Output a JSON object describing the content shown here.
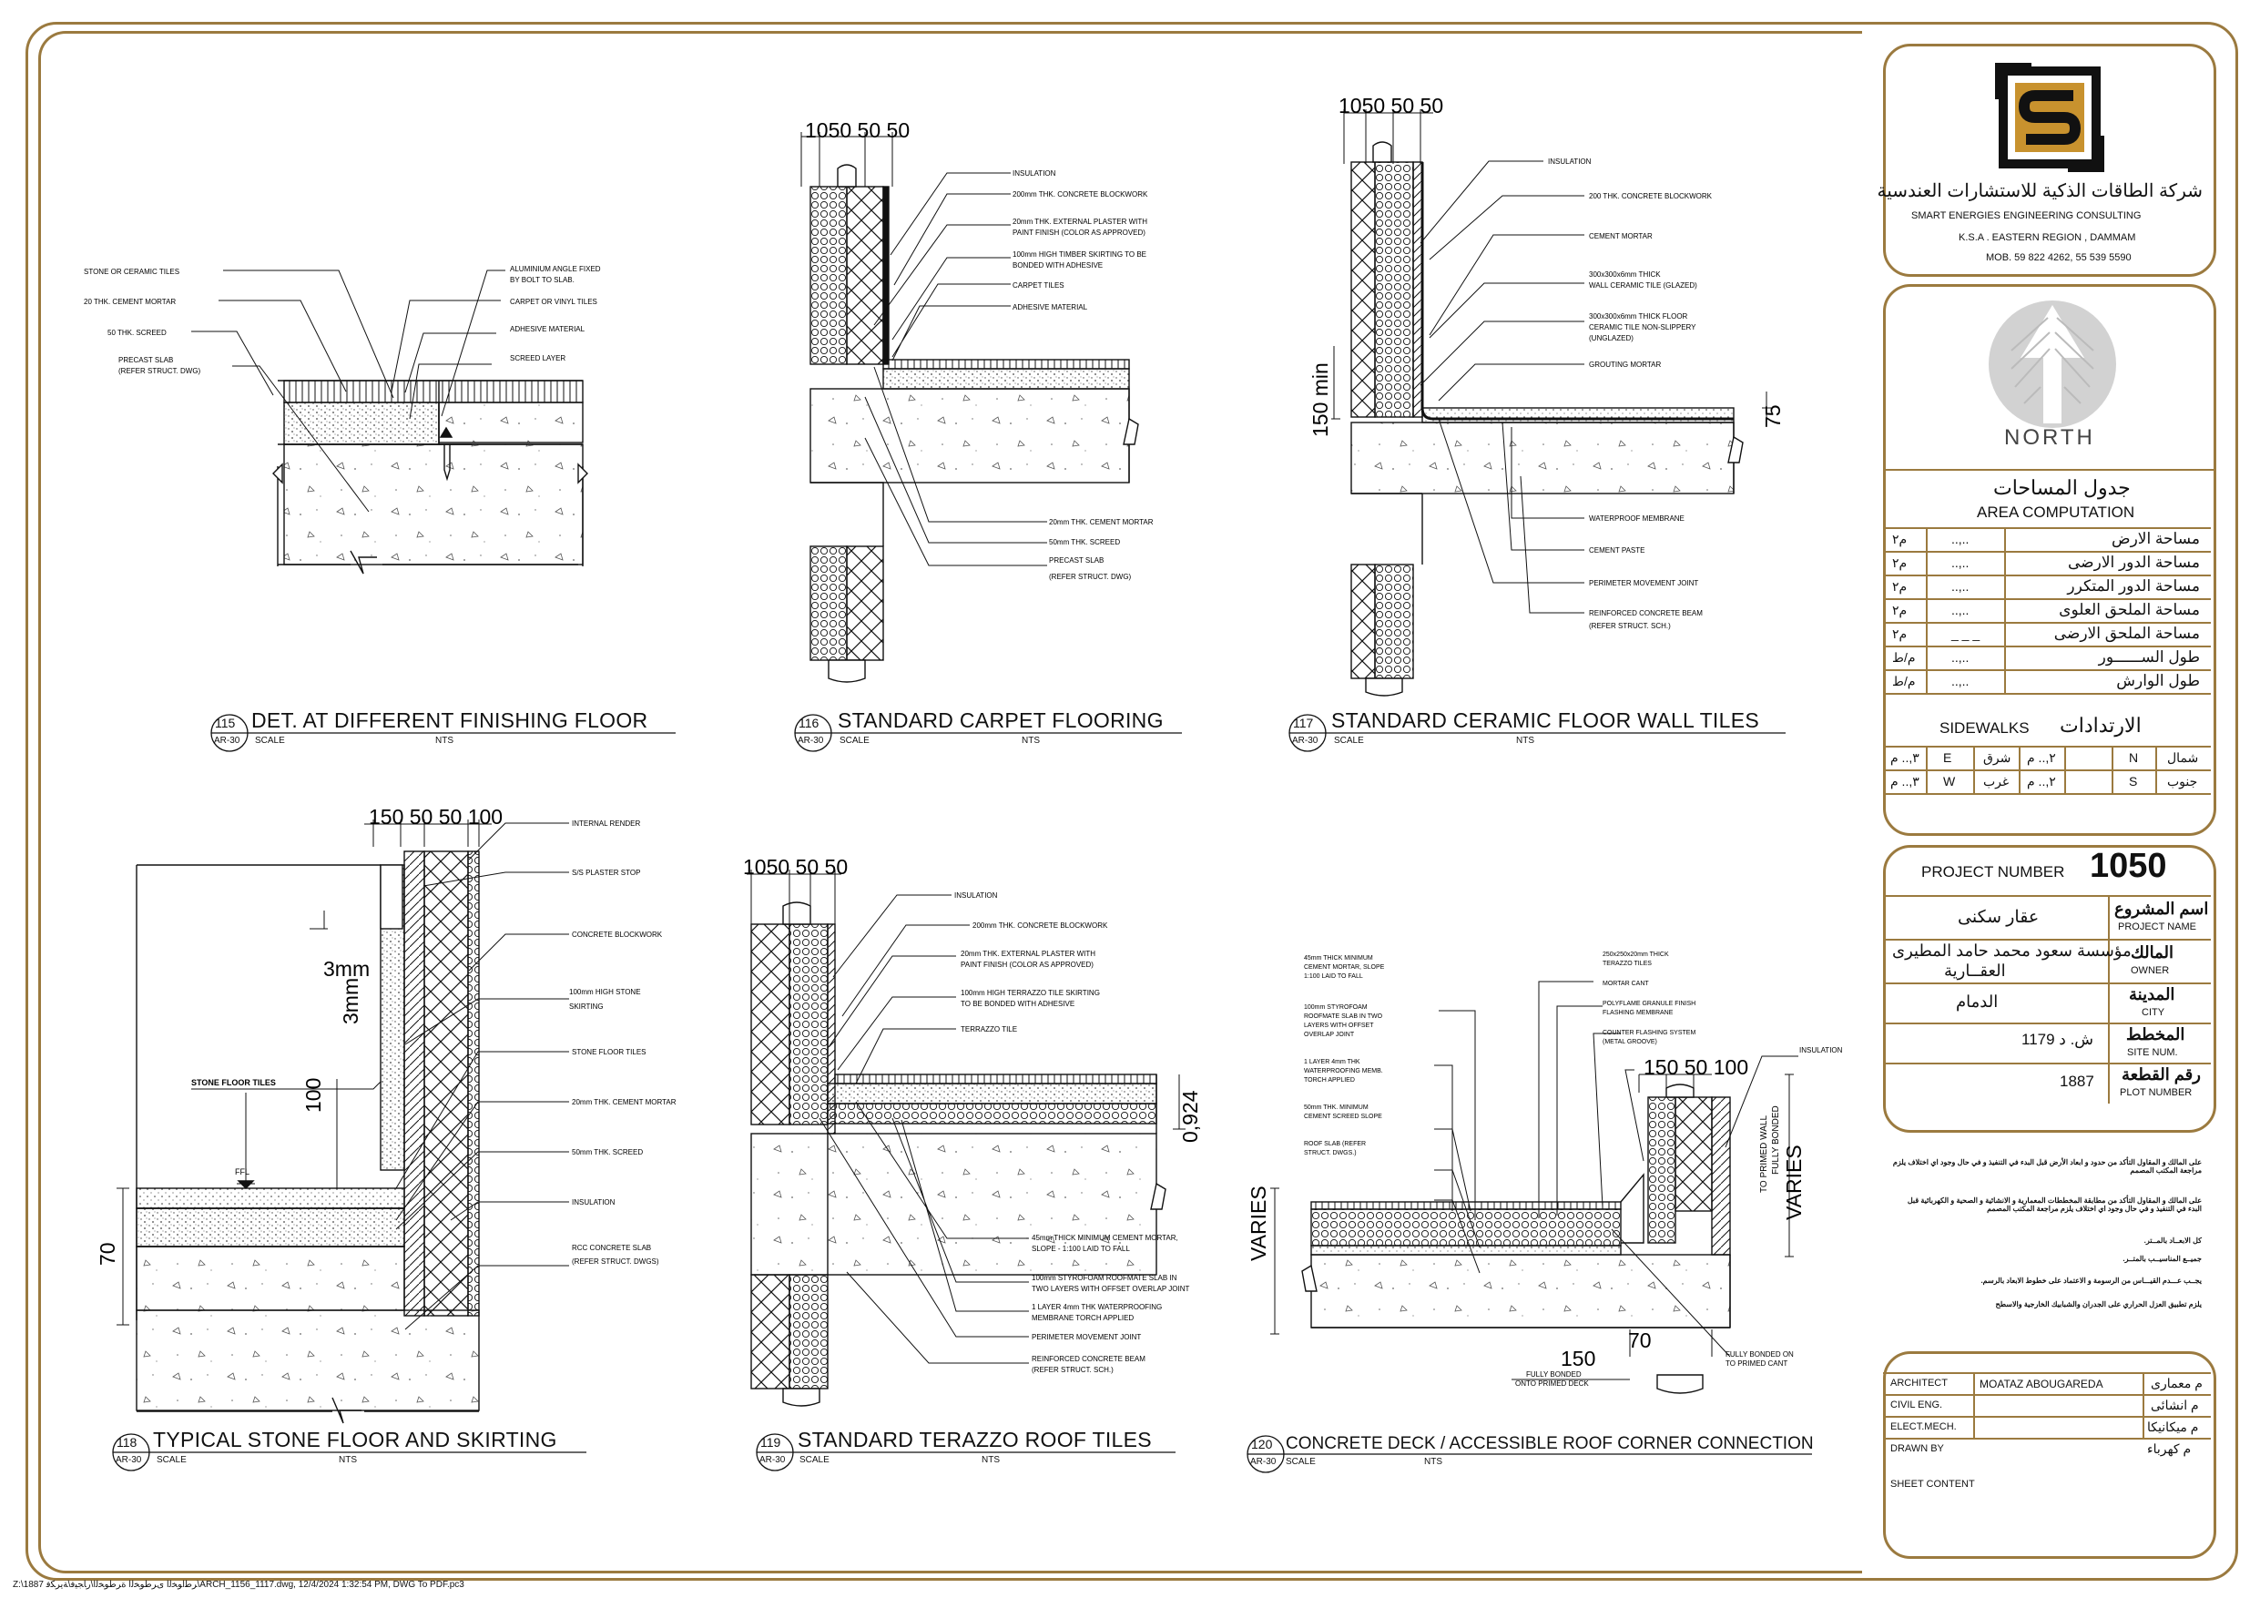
{
  "company": {
    "name_ar": "شركة الطاقات الذكية للاستشارات العندسية",
    "name_en": "SMART ENERGIES ENGINEERING CONSULTING",
    "region": "K.S.A . EASTERN REGION , DAMMAM",
    "mobile": "MOB. 59 822 4262, 55 539 5590"
  },
  "north_label": "NORTH",
  "area": {
    "title_ar": "جدول المساحات",
    "title_en": "AREA COMPUTATION",
    "rows": [
      {
        "label": "مساحة الارض",
        "value": "..,..",
        "unit": "م٢"
      },
      {
        "label": "مساحة الدور الارضى",
        "value": "..,..",
        "unit": "م٢"
      },
      {
        "label": "مساحة الدور المتكرر",
        "value": "..,..",
        "unit": "م٢"
      },
      {
        "label": "مساحة الملحق العلوى",
        "value": "..,..",
        "unit": "م٢"
      },
      {
        "label": "مساحة الملحق الارضى",
        "value": "_ _ _",
        "unit": "م٢"
      },
      {
        "label": "طول الســــــور",
        "value": "..,..",
        "unit": "م/ط"
      },
      {
        "label": "طول الوارش",
        "value": "..,..",
        "unit": "م/ط"
      }
    ],
    "sidewalks_en": "SIDEWALKS",
    "sidewalks_ar": "الارتدادات",
    "setbacks": [
      {
        "v1": "٣,.. م",
        "d1": "E",
        "a1": "شرق",
        "v2": "٢,.. م",
        "d2": "N",
        "a2": "شمال"
      },
      {
        "v1": "٣,.. م",
        "d1": "W",
        "a1": "غرب",
        "v2": "٢,.. م",
        "d2": "S",
        "a2": "جنوب"
      }
    ]
  },
  "project": {
    "number_label": "PROJECT NUMBER",
    "number": "1050",
    "name_ar_label": "اسم المشروع",
    "name_en_label": "PROJECT NAME",
    "name_value": "عقار سكنى",
    "owner_ar_label": "المالك",
    "owner_en_label": "OWNER",
    "owner_value_1": "مؤسسة سعود محمد حامد المطيرى",
    "owner_value_2": "العقــارية",
    "city_ar_label": "المدينة",
    "city_en_label": "CITY",
    "city_value": "الدمام",
    "site_ar_label": "المخطط",
    "site_en_label": "SITE NUM.",
    "site_value": "ش. د  1179",
    "plot_ar_label": "رقم القطعة",
    "plot_en_label": "PLOT NUMBER",
    "plot_value": "1887"
  },
  "notes": [
    "على المالك و المقاول التأكد من حدود و ابعاد  الأرض قبل البدء في التنفيذ و في حال وجود اي اختلاف يلزم مراجعة المكتب المصمم",
    "على المالك و المقاول التأكد من مطابقة المخططات المعمارية و الانشائية و الصحية و الكهربائية قبل البدء في التنفيذ و في حال وجود اي  اختلاف يلزم مراجعة المكتب المصمم",
    "كل الابعــاد بالمــتر.",
    "جميــع المناسيــب بالمتــر.",
    "يجــب عـــدم القيـــاس من الرسومة  و الاعتماد على خطوط الابعاد بالرسم.",
    "يلزم تطبيق العزل الحراري على الجدران والشبابيك الخارجية والاسطح"
  ],
  "staff": [
    {
      "en": "ARCHITECT",
      "value": "MOATAZ ABOUGAREDA",
      "ar": "م معمارى"
    },
    {
      "en": "CIVIL ENG.",
      "value": "",
      "ar": "م انشائى"
    },
    {
      "en": "ELECT.MECH.",
      "value": "",
      "ar": "م ميكانيكا"
    },
    {
      "en": "DRAWN BY",
      "value": "",
      "ar": "م كهرباء"
    }
  ],
  "sheet_content_label": "SHEET CONTENT",
  "footer_path": "Z:\\1887 ﺮﻃﺍﻮﺨﻟﺍ ﻯﺮﻃﻮﺨﻟﺍ ﺓﺮﻃﻮﺨﻟﺍ\\ﺭﺎﺠﻴﻓ\\ﺔﻳﺮﻜﻓ\\ARCH_1156_1117.dwg, 12/4/2024 1:32:54 PM, DWG To PDF.pc3",
  "details": [
    {
      "num": "115",
      "sheet": "AR-30",
      "title": "DET. AT DIFFERENT FINISHING FLOOR",
      "scale_label": "SCALE",
      "scale_value": "NTS"
    },
    {
      "num": "116",
      "sheet": "AR-30",
      "title": "STANDARD CARPET FLOORING",
      "scale_label": "SCALE",
      "scale_value": "NTS"
    },
    {
      "num": "117",
      "sheet": "AR-30",
      "title": "STANDARD CERAMIC FLOOR WALL TILES",
      "scale_label": "SCALE",
      "scale_value": "NTS"
    },
    {
      "num": "118",
      "sheet": "AR-30",
      "title": "TYPICAL  STONE FLOOR AND SKIRTING",
      "scale_label": "SCALE",
      "scale_value": "NTS"
    },
    {
      "num": "119",
      "sheet": "AR-30",
      "title": "STANDARD TERAZZO ROOF TILES",
      "scale_label": "SCALE",
      "scale_value": "NTS"
    },
    {
      "num": "120",
      "sheet": "AR-30",
      "title": "CONCRETE DECK / ACCESSIBLE ROOF CORNER CONNECTION",
      "scale_label": "SCALE",
      "scale_value": "NTS"
    }
  ],
  "d115": {
    "left_notes": [
      "STONE OR CERAMIC TILES",
      "20 THK. CEMENT MORTAR",
      "50 THK. SCREED",
      "PRECAST SLAB",
      "(REFER STRUCT. DWG)"
    ],
    "right_notes": [
      "ALUMINIUM ANGLE FIXED",
      "BY BOLT TO SLAB.",
      "CARPET OR VINYL TILES",
      "ADHESIVE MATERIAL",
      "SCREED LAYER"
    ]
  },
  "d116": {
    "dim": "1050 50 50",
    "notes": [
      "INSULATION",
      "200mm THK. CONCRETE BLOCKWORK",
      "20mm THK. EXTERNAL PLASTER WITH",
      "PAINT FINISH (COLOR AS APPROVED)",
      "100mm HIGH TIMBER SKIRTING TO BE",
      "BONDED WITH ADHESIVE",
      "CARPET TILES",
      "ADHESIVE MATERIAL",
      "20mm THK. CEMENT MORTAR",
      "50mm THK. SCREED",
      "PRECAST SLAB",
      "(REFER STRUCT. DWG)"
    ]
  },
  "d117": {
    "dim": "1050 50 50",
    "dim_v": "150 min",
    "dim_r": "75",
    "notes": [
      "INSULATION",
      "200 THK. CONCRETE BLOCKWORK",
      "CEMENT MORTAR",
      "300x300x6mm THICK",
      "WALL CERAMIC TILE (GLAZED)",
      "300x300x6mm THICK FLOOR",
      "CERAMIC TILE NON-SLIPPERY",
      "(UNGLAZED)",
      "GROUTING MORTAR",
      "WATERPROOF MEMBRANE",
      "CEMENT PASTE",
      "PERIMETER MOVEMENT JOINT",
      "REINFORCED CONCRETE BEAM",
      "(REFER STRUCT. SCH.)"
    ]
  },
  "d118": {
    "dim": "150 50 50 100",
    "dim_3mm_a": "3mm",
    "dim_3mm_b": "3mm",
    "dim_100": "100",
    "dim_70": "70",
    "stone_label": "STONE  FLOOR TILES",
    "ffl": "FFL",
    "notes": [
      "INTERNAL RENDER",
      "S/S PLASTER STOP",
      "CONCRETE BLOCKWORK",
      "100mm HIGH STONE",
      "SKIRTING",
      "STONE FLOOR TILES",
      "20mm THK. CEMENT MORTAR",
      "50mm THK. SCREED",
      "INSULATION",
      "RCC CONCRETE SLAB",
      "(REFER STRUCT. DWGS)"
    ]
  },
  "d119": {
    "dim": "1050 50 50",
    "dim_r": "0,924",
    "notes": [
      "INSULATION",
      "200mm THK. CONCRETE BLOCKWORK",
      "20mm THK. EXTERNAL PLASTER WITH",
      "PAINT FINISH (COLOR AS APPROVED)",
      "100mm HIGH TERRAZZO TILE SKIRTING",
      "TO BE BONDED WITH ADHESIVE",
      "TERRAZZO TILE",
      "45mm THICK MINIMUM CEMENT MORTAR,",
      "SLOPE - 1:100 LAID TO FALL",
      "100mm STYROFOAM ROOFMATE SLAB IN",
      "TWO LAYERS WITH OFFSET OVERLAP JOINT",
      "1 LAYER 4mm THK WATERPROOFING",
      "MEMBRANE TORCH APPLIED",
      "PERIMETER MOVEMENT JOINT",
      "REINFORCED CONCRETE BEAM",
      "(REFER STRUCT. SCH.)"
    ]
  },
  "d120": {
    "dim": "150 50 100",
    "dim_varies_l": "VARIES",
    "dim_varies_r": "VARIES",
    "dim_150": "150",
    "dim_70": "70",
    "primed_wall": "TO PRIMED WALL",
    "fully_bonded": "FULLY BONDED",
    "fully_bonded_deck_1": "FULLY BONDED",
    "fully_bonded_deck_2": "ONTO PRIMED DECK",
    "fully_bonded_cant_1": "FULLY BONDED ON",
    "fully_bonded_cant_2": "TO PRIMED CANT",
    "left_notes": [
      "45mm THICK MINIMUM",
      "CEMENT MORTAR, SLOPE",
      "1:100 LAID TO FALL",
      "100mm STYROFOAM",
      "ROOFMATE SLAB IN TWO",
      "LAYERS WITH OFFSET",
      "OVERLAP JOINT",
      "1 LAYER 4mm THK",
      "WATERPROOFING MEMB.",
      "TORCH APPLIED",
      "50mm THK. MINIMUM",
      "CEMENT SCREED SLOPE",
      "ROOF SLAB (REFER",
      "STRUCT. DWGS.)"
    ],
    "right_notes": [
      "250x250x20mm THICK",
      "TERAZZO TILES",
      "MORTAR CANT",
      "POLYFLAME GRANULE FINISH",
      "FLASHING MEMBRANE",
      "COUNTER FLASHING SYSTEM",
      "(METAL GROOVE)",
      "INSULATION"
    ]
  }
}
